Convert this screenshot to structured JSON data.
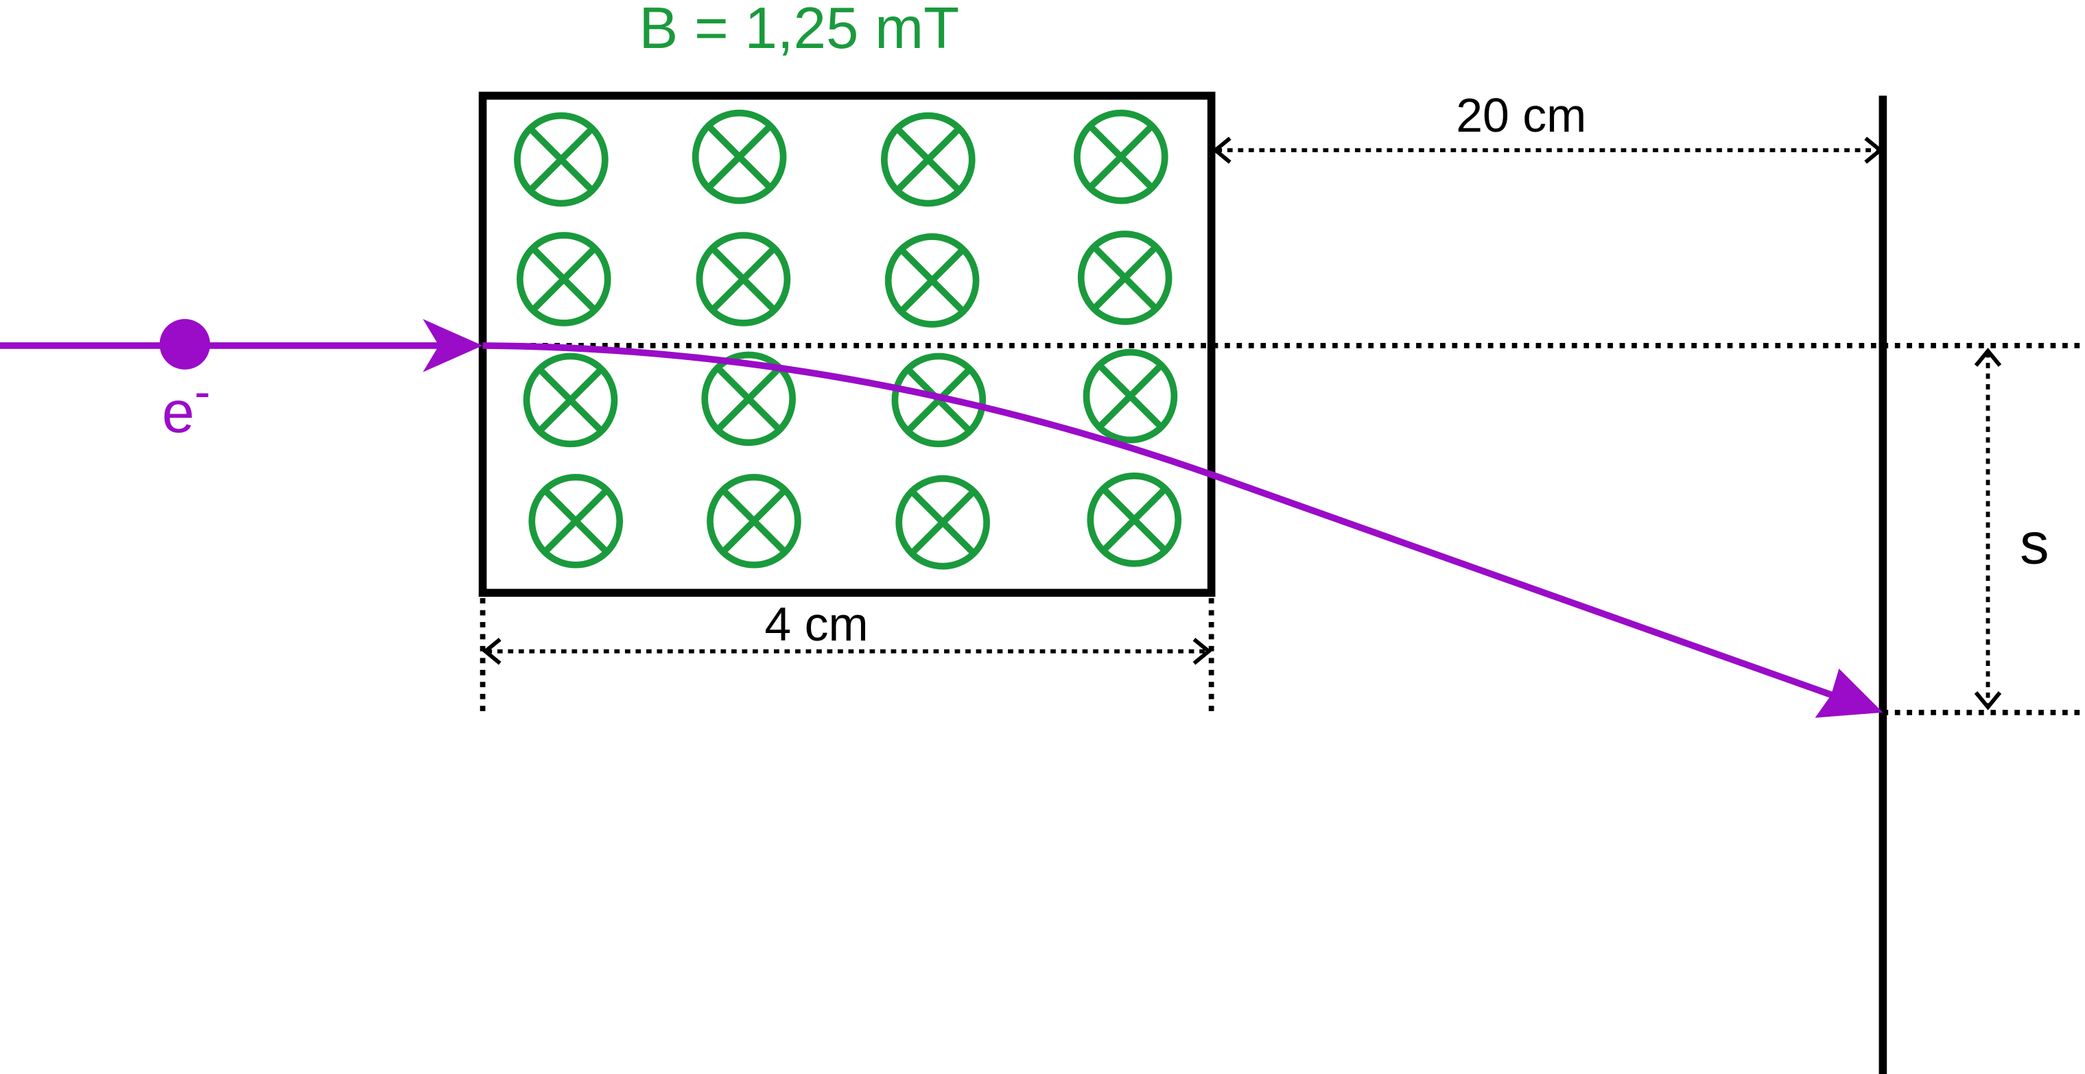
{
  "field": {
    "label": "B = 1,25 mT",
    "color": "#1a9a3c",
    "symbol_icon": "cross-in-circle-icon"
  },
  "particle": {
    "label": "e",
    "charge_sign": "-",
    "color": "#9a0cc8"
  },
  "dimensions": {
    "field_width": "4 cm",
    "distance_to_screen": "20 cm",
    "deflection": "s"
  },
  "colors": {
    "lines": "#000000",
    "background": "#ffffff"
  }
}
